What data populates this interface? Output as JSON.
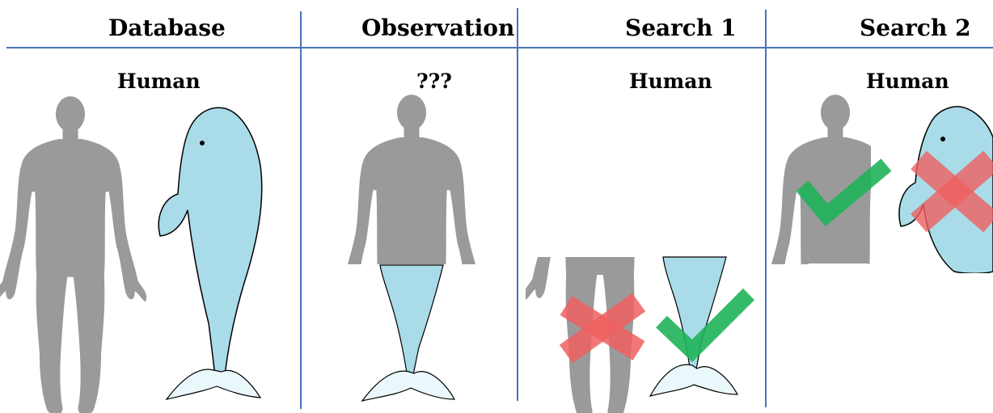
{
  "columns": [
    {
      "header": "Database",
      "label": "Human"
    },
    {
      "header": "Observation",
      "label": "???"
    },
    {
      "header": "Search 1",
      "label": "Human"
    },
    {
      "header": "Search 2",
      "label": "Human"
    }
  ],
  "colors": {
    "divider": "#4a72b8",
    "human_silhouette": "#9a9a9a",
    "whale_body": "#a9dbe8",
    "whale_fin": "#eaf7fb",
    "match_check": "#1fb25a",
    "mismatch_cross": "#f06060"
  },
  "icons": [
    "human-silhouette",
    "whale",
    "check-icon",
    "cross-icon"
  ]
}
